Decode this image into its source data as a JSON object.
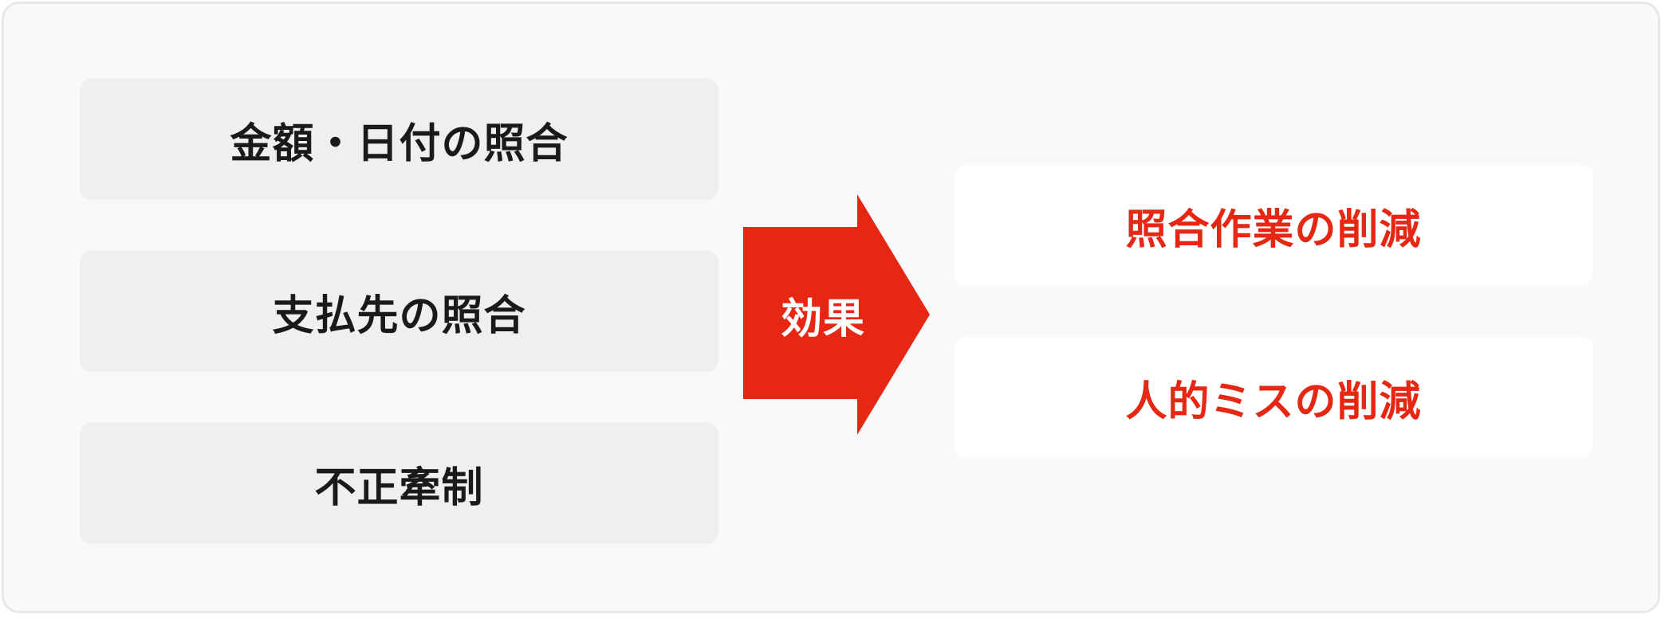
{
  "sources": [
    {
      "label": "金額・日付の照合"
    },
    {
      "label": "支払先の照合"
    },
    {
      "label": "不正牽制"
    }
  ],
  "arrow": {
    "label": "効果",
    "color": "#e52713"
  },
  "outcomes": [
    {
      "label": "照合作業の削減"
    },
    {
      "label": "人的ミスの削減"
    }
  ],
  "colors": {
    "accent": "#e52713",
    "source_box": "#efefef",
    "outcome_box": "#ffffff",
    "panel": "#f9f9f9"
  }
}
